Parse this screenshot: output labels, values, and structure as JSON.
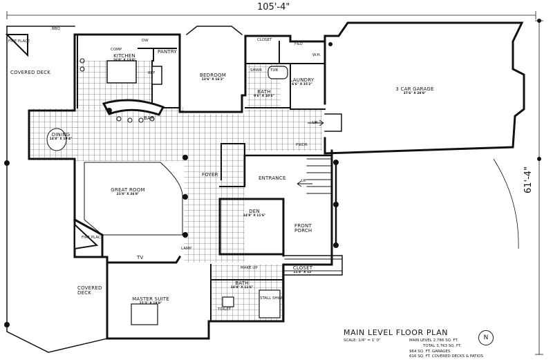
{
  "dimensions": {
    "overall_width": "105'-4\"",
    "overall_depth": "61'-4\""
  },
  "rooms": {
    "fireplace_top": "FIRE PLACE",
    "bbq": "BBQ",
    "covered_deck_top": "COVERED DECK",
    "kitchen": {
      "name": "KITCHEN",
      "size": "16'0\" X 13'0\""
    },
    "comp": "COMP",
    "dw": "DW",
    "pantry": "PANTRY",
    "ref": "REF",
    "bar": "BAR",
    "bedroom": {
      "name": "BEDROOM",
      "size": "13'6\" X 16'2\""
    },
    "closet_upper": "CLOSET",
    "shwr": "SHWR",
    "tub": "TUB",
    "bath_upper": {
      "name": "BATH",
      "size": "9'6\" X 10'6\""
    },
    "fhd": "F&D",
    "laundry": {
      "name": "LAUNDRY",
      "size": "6'6\" X 15'2\""
    },
    "wh": "W.H.",
    "garage": {
      "name": "3 CAR GARAGE",
      "size": "37'6\" X 28'8\""
    },
    "up_garage": "UP",
    "dining": {
      "name": "DINING",
      "size": "14'8\" X 10'4\""
    },
    "foyer": "FOYER",
    "entrance": "ENTRANCE",
    "up_entrance": "UP",
    "pwdr": "PWDR",
    "great_room": {
      "name": "GREAT ROOM",
      "size": "21'0\" X 26'8\""
    },
    "den": {
      "name": "DEN",
      "size": "14'8\" X 11'6\""
    },
    "front_porch": "FRONT PORCH",
    "fireplace_great": "FIRE PLACE",
    "tv": "TV",
    "lamp": "LAMP",
    "make_up": "MAKE UP",
    "closet_master": {
      "name": "CLOSET",
      "size": "11'4\" X 12'"
    },
    "bath_master": {
      "name": "BATH",
      "size": "14'8\" X 11'6\""
    },
    "covered_deck_bottom": "COVERED DECK",
    "master_suite": {
      "name": "MASTER SUITE",
      "size": "21'3\" X 18'8\""
    },
    "stall_shwr": "STALL SHWR",
    "toilet_room": "TOILET"
  },
  "title_block": {
    "title": "MAIN LEVEL FLOOR PLAN",
    "scale": "SCALE: 1/4\" = 1' 0\"",
    "main_level": "MAIN LEVEL 2,786 SQ. FT.",
    "total": "TOTAL 3,763 SQ. FT.",
    "garages": "964 SQ. FT. GARAGES",
    "decks": "616 SQ. FT. COVERED DECKS & PATIOS",
    "north": "N"
  }
}
